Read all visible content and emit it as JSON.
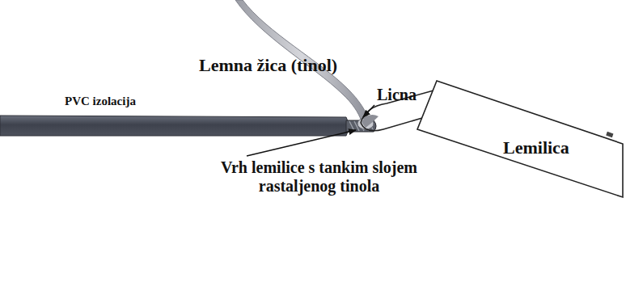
{
  "diagram": {
    "nodes": [
      {
        "text": [
          "Lemilica"
        ]
      }
    ],
    "labels": [
      "Lemna žica (tinol)",
      "Licna",
      "PVC izolacija",
      "Vrh lemilice s tankim slojem rastaljenog tinola"
    ]
  }
}
